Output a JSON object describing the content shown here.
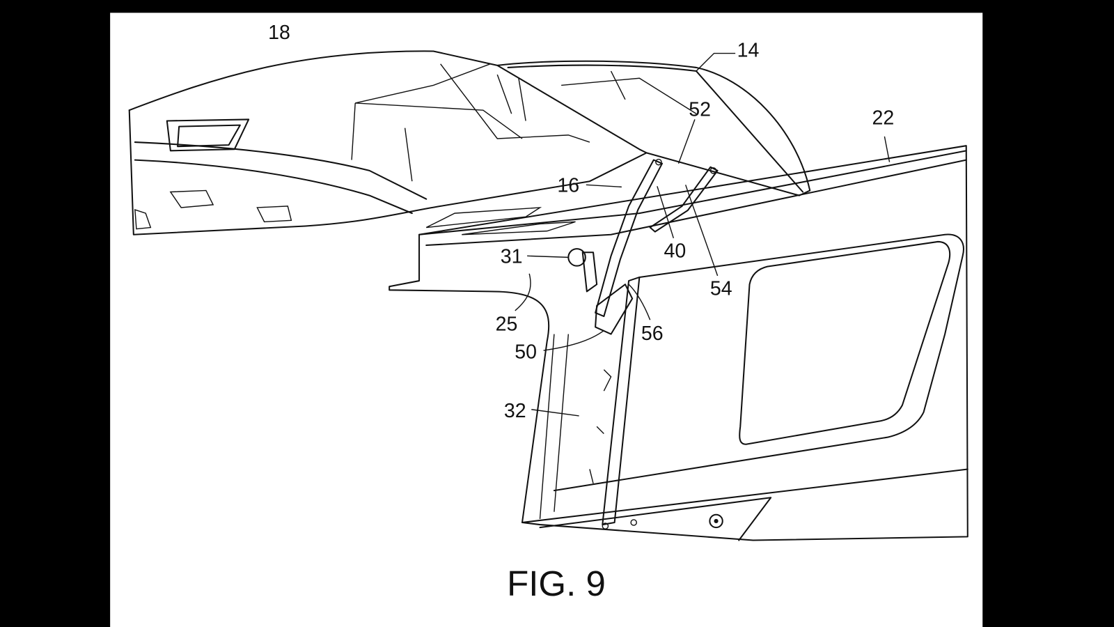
{
  "figure": {
    "caption": "FIG. 9",
    "labels": {
      "l18": "18",
      "l14": "14",
      "l52": "52",
      "l22": "22",
      "l16": "16",
      "l40": "40",
      "l54": "54",
      "l31": "31",
      "l25": "25",
      "l56": "56",
      "l50": "50",
      "l32": "32"
    }
  }
}
